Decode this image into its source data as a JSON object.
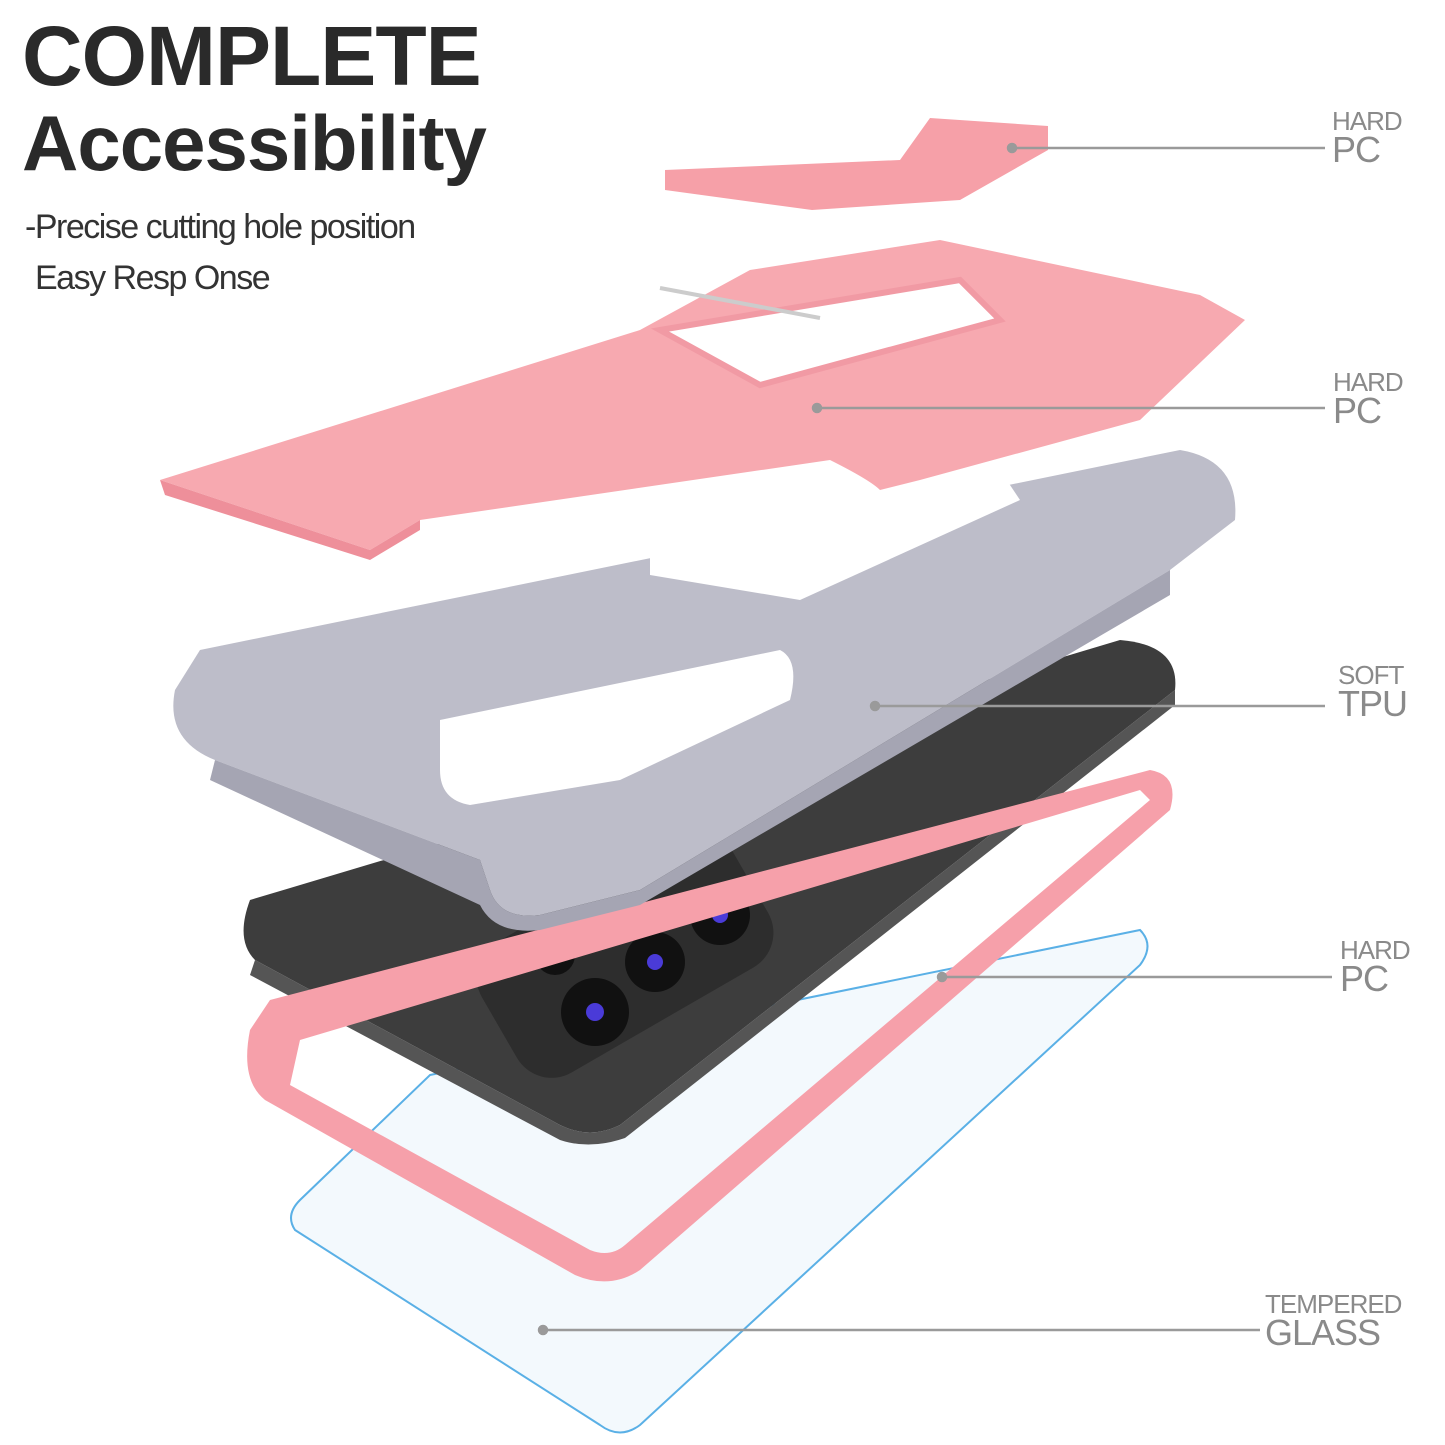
{
  "heading": {
    "line1": "COMPLETE",
    "line2": "Accessibility"
  },
  "subtext": {
    "line1": "-Precise cutting hole position",
    "line2": "Easy Resp Onse"
  },
  "labels": [
    {
      "top": "HARD",
      "bottom": "PC"
    },
    {
      "top": "HARD",
      "bottom": "PC"
    },
    {
      "top": "SOFT",
      "bottom": "TPU"
    },
    {
      "top": "HARD",
      "bottom": "PC"
    },
    {
      "top": "TEMPERED",
      "bottom": "GLASS"
    }
  ],
  "colors": {
    "pink": "#f7a9b0",
    "grey": "#b9b9c6",
    "phone": "#3a3a3a",
    "line": "#9a9a9a",
    "glass": "#5ab0e6"
  }
}
